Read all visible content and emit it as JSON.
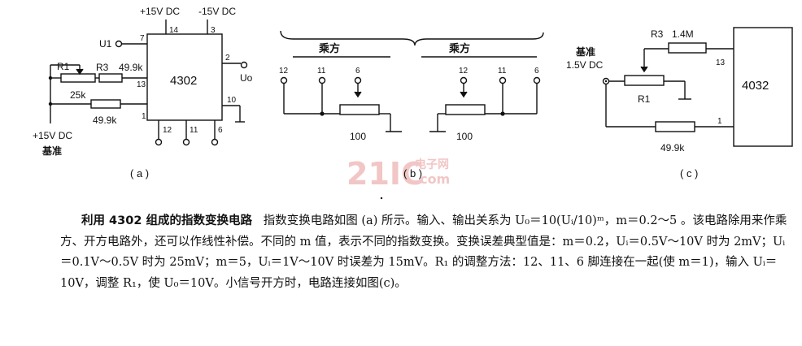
{
  "watermark": {
    "main": "21IC",
    "sub1": "电子网",
    "sub2": ".com"
  },
  "fig_a": {
    "chip": "4302",
    "supply_pos": "+15V DC",
    "supply_neg": "-15V DC",
    "pin14": "14",
    "pin3": "3",
    "pin7": "7",
    "pin2": "2",
    "pin13": "13",
    "pin10": "10",
    "pin1": "1",
    "pin12": "12",
    "pin11": "11",
    "pin6": "6",
    "u1": "U1",
    "uo": "Uo",
    "r1": "R1",
    "r1_val": "25k",
    "r3": "R3",
    "r3_val": "49.9k",
    "r_bottom_val": "49.9k",
    "supply_bottom": "+15V DC",
    "ref": "基准",
    "label": "( a )"
  },
  "fig_b": {
    "left_title": "乘方",
    "right_title": "乘方",
    "left_pins": [
      "12",
      "11",
      "6"
    ],
    "right_pins": [
      "12",
      "11",
      "6"
    ],
    "left_val": "100",
    "right_val": "100",
    "label": "( b )"
  },
  "fig_c": {
    "ref": "基准",
    "volt": "1.5V DC",
    "r3": "R3",
    "r3_val": "1.4M",
    "r1": "R1",
    "pin13": "13",
    "pin1": "1",
    "chip": "4032",
    "r_bottom_val": "49.9k",
    "label": "( c )"
  },
  "caption": {
    "title": "利用 4302 组成的指数变换电路",
    "body": "指数变换电路如图 (a) 所示。输入、输出关系为 U₀＝10(Uᵢ/10)ᵐ，m＝0.2～5 。该电路除用来作乘方、开方电路外，还可以作线性补偿。不同的 m 值，表示不同的指数变换。变换误差典型值是：m＝0.2，Uᵢ＝0.5V～10V 时为 2mV；Uᵢ＝0.1V～0.5V 时为 25mV；m＝5，Uᵢ＝1V～10V 时误差为 15mV。R₁ 的调整方法：12、11、6 脚连接在一起(使 m＝1)，输入 Uᵢ＝10V，调整 R₁，使 U₀＝10V。小信号开方时，电路连接如图(c)。"
  }
}
